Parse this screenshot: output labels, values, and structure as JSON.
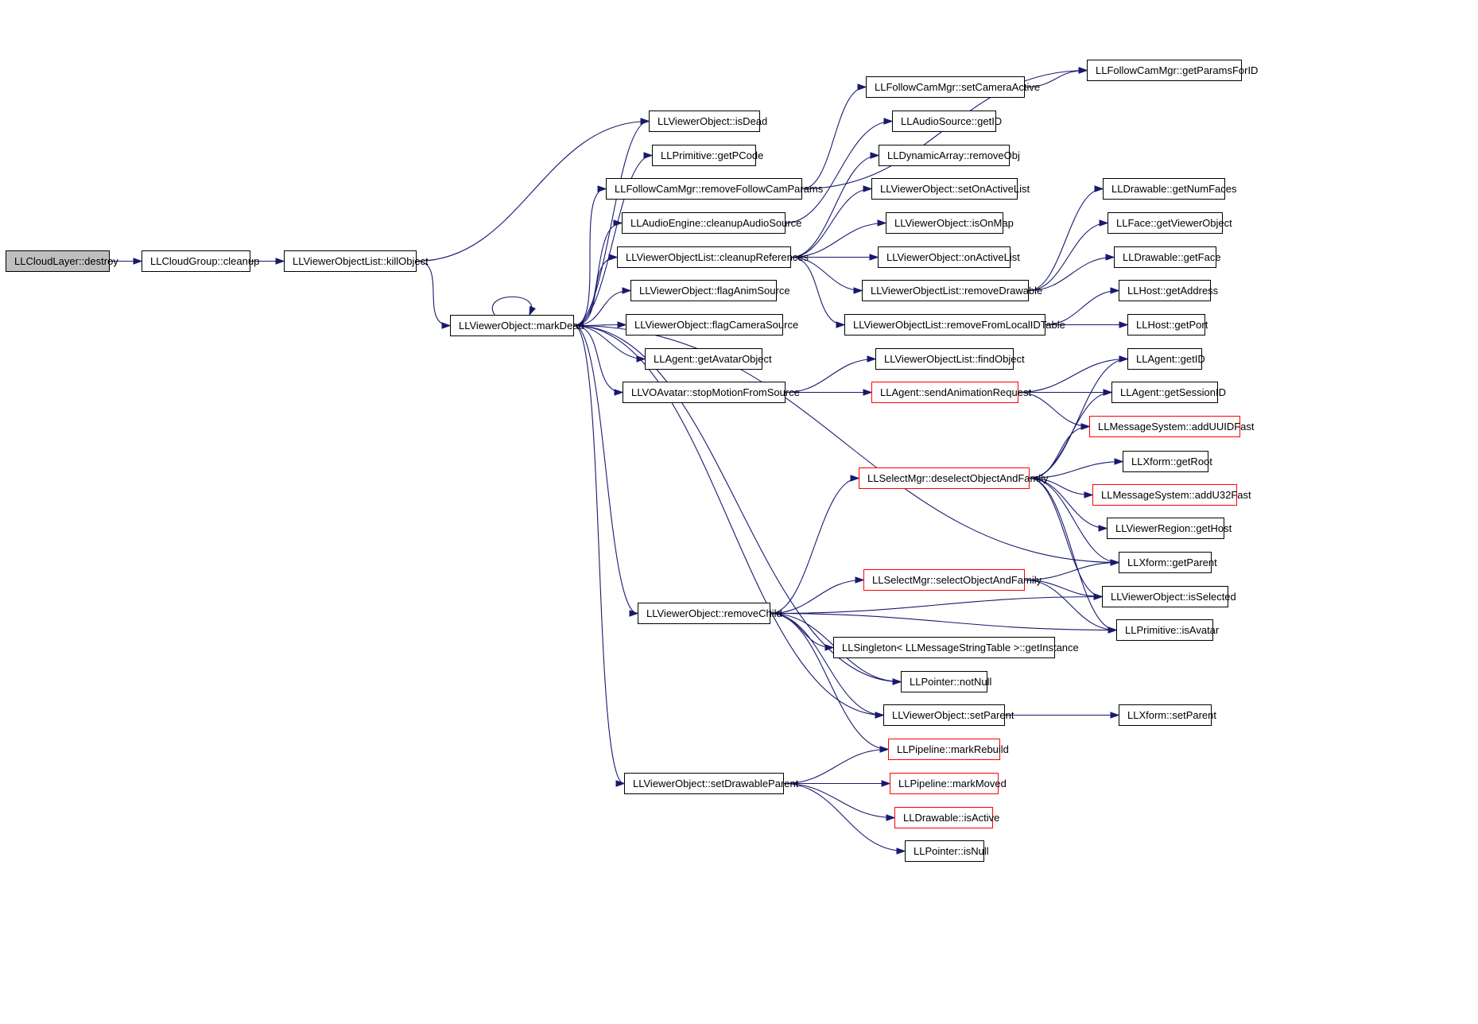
{
  "graph": {
    "colors": {
      "edge": "#191970",
      "node_border": "#000000",
      "truncated_border": "#ff0000",
      "root_fill": "#bfbfbf"
    },
    "nodes": [
      {
        "id": "cloudlayer_destroy",
        "label": "LLCloudLayer::destroy",
        "root": true
      },
      {
        "id": "cloudgroup_cleanup",
        "label": "LLCloudGroup::cleanup"
      },
      {
        "id": "vol_killobject",
        "label": "LLViewerObjectList::killObject"
      },
      {
        "id": "vo_markdead",
        "label": "LLViewerObject::markDead"
      },
      {
        "id": "vo_isdead",
        "label": "LLViewerObject::isDead"
      },
      {
        "id": "prim_getpcode",
        "label": "LLPrimitive::getPCode"
      },
      {
        "id": "fcm_removeparams",
        "label": "LLFollowCamMgr::removeFollowCamParams"
      },
      {
        "id": "ae_cleanupaudio",
        "label": "LLAudioEngine::cleanupAudioSource"
      },
      {
        "id": "vol_cleanuprefs",
        "label": "LLViewerObjectList::cleanupReferences"
      },
      {
        "id": "vo_flaganim",
        "label": "LLViewerObject::flagAnimSource"
      },
      {
        "id": "vo_flagcamera",
        "label": "LLViewerObject::flagCameraSource"
      },
      {
        "id": "agent_getavatar",
        "label": "LLAgent::getAvatarObject"
      },
      {
        "id": "voav_stopmotion",
        "label": "LLVOAvatar::stopMotionFromSource"
      },
      {
        "id": "vo_removechild",
        "label": "LLViewerObject::removeChild"
      },
      {
        "id": "vo_setdrawableparent",
        "label": "LLViewerObject::setDrawableParent"
      },
      {
        "id": "fcm_setcameraactive",
        "label": "LLFollowCamMgr::setCameraActive"
      },
      {
        "id": "fcm_getparams",
        "label": "LLFollowCamMgr::getParamsForID"
      },
      {
        "id": "as_getid",
        "label": "LLAudioSource::getID"
      },
      {
        "id": "da_removeobj",
        "label": "LLDynamicArray::removeObj"
      },
      {
        "id": "vo_setonactive",
        "label": "LLViewerObject::setOnActiveList"
      },
      {
        "id": "vo_isonmap",
        "label": "LLViewerObject::isOnMap"
      },
      {
        "id": "vo_onactive",
        "label": "LLViewerObject::onActiveList"
      },
      {
        "id": "vol_removedrawable",
        "label": "LLViewerObjectList::removeDrawable"
      },
      {
        "id": "vol_removelocalid",
        "label": "LLViewerObjectList::removeFromLocalIDTable"
      },
      {
        "id": "vol_findobject",
        "label": "LLViewerObjectList::findObject"
      },
      {
        "id": "agent_sendanim",
        "label": "LLAgent::sendAnimationRequest",
        "truncated": true
      },
      {
        "id": "sm_deselect",
        "label": "LLSelectMgr::deselectObjectAndFamily",
        "truncated": true
      },
      {
        "id": "sm_select",
        "label": "LLSelectMgr::selectObjectAndFamily",
        "truncated": true
      },
      {
        "id": "singleton_getinstance",
        "label": "LLSingleton< LLMessageStringTable >::getInstance"
      },
      {
        "id": "ptr_notnull",
        "label": "LLPointer::notNull"
      },
      {
        "id": "vo_setparent",
        "label": "LLViewerObject::setParent"
      },
      {
        "id": "pipe_markrebuild",
        "label": "LLPipeline::markRebuild",
        "truncated": true
      },
      {
        "id": "pipe_markmoved",
        "label": "LLPipeline::markMoved",
        "truncated": true
      },
      {
        "id": "drawable_isactive",
        "label": "LLDrawable::isActive",
        "truncated": true
      },
      {
        "id": "ptr_isnull",
        "label": "LLPointer::isNull"
      },
      {
        "id": "drawable_getnumfaces",
        "label": "LLDrawable::getNumFaces"
      },
      {
        "id": "face_getviewerobject",
        "label": "LLFace::getViewerObject"
      },
      {
        "id": "drawable_getface",
        "label": "LLDrawable::getFace"
      },
      {
        "id": "host_getaddress",
        "label": "LLHost::getAddress"
      },
      {
        "id": "host_getport",
        "label": "LLHost::getPort"
      },
      {
        "id": "agent_getid",
        "label": "LLAgent::getID"
      },
      {
        "id": "agent_getsessionid",
        "label": "LLAgent::getSessionID"
      },
      {
        "id": "msg_adduuidfast",
        "label": "LLMessageSystem::addUUIDFast",
        "truncated": true
      },
      {
        "id": "xform_getroot",
        "label": "LLXform::getRoot"
      },
      {
        "id": "msg_addu32fast",
        "label": "LLMessageSystem::addU32Fast",
        "truncated": true
      },
      {
        "id": "region_gethost",
        "label": "LLViewerRegion::getHost"
      },
      {
        "id": "xform_getparent",
        "label": "LLXform::getParent"
      },
      {
        "id": "vo_isselected",
        "label": "LLViewerObject::isSelected"
      },
      {
        "id": "prim_isavatar",
        "label": "LLPrimitive::isAvatar"
      },
      {
        "id": "xform_setparent",
        "label": "LLXform::setParent"
      }
    ],
    "edges": [
      [
        "cloudlayer_destroy",
        "cloudgroup_cleanup"
      ],
      [
        "cloudgroup_cleanup",
        "vol_killobject"
      ],
      [
        "vol_killobject",
        "vo_isdead"
      ],
      [
        "vol_killobject",
        "vo_markdead"
      ],
      [
        "vo_markdead",
        "vo_markdead"
      ],
      [
        "vo_markdead",
        "vo_isdead"
      ],
      [
        "vo_markdead",
        "prim_getpcode"
      ],
      [
        "vo_markdead",
        "fcm_removeparams"
      ],
      [
        "vo_markdead",
        "ae_cleanupaudio"
      ],
      [
        "vo_markdead",
        "vol_cleanuprefs"
      ],
      [
        "vo_markdead",
        "vo_flaganim"
      ],
      [
        "vo_markdead",
        "vo_flagcamera"
      ],
      [
        "vo_markdead",
        "agent_getavatar"
      ],
      [
        "vo_markdead",
        "voav_stopmotion"
      ],
      [
        "vo_markdead",
        "xform_getparent"
      ],
      [
        "vo_markdead",
        "vo_removechild"
      ],
      [
        "vo_markdead",
        "ptr_notnull"
      ],
      [
        "vo_markdead",
        "vo_setparent"
      ],
      [
        "vo_markdead",
        "vo_setdrawableparent"
      ],
      [
        "fcm_removeparams",
        "fcm_setcameraactive"
      ],
      [
        "fcm_removeparams",
        "fcm_getparams"
      ],
      [
        "fcm_setcameraactive",
        "fcm_getparams"
      ],
      [
        "ae_cleanupaudio",
        "as_getid"
      ],
      [
        "vol_cleanuprefs",
        "da_removeobj"
      ],
      [
        "vol_cleanuprefs",
        "vo_setonactive"
      ],
      [
        "vol_cleanuprefs",
        "vo_isonmap"
      ],
      [
        "vol_cleanuprefs",
        "vo_onactive"
      ],
      [
        "vol_cleanuprefs",
        "vol_removedrawable"
      ],
      [
        "vol_cleanuprefs",
        "vol_removelocalid"
      ],
      [
        "vol_removedrawable",
        "drawable_getnumfaces"
      ],
      [
        "vol_removedrawable",
        "face_getviewerobject"
      ],
      [
        "vol_removedrawable",
        "drawable_getface"
      ],
      [
        "vol_removelocalid",
        "host_getaddress"
      ],
      [
        "vol_removelocalid",
        "host_getport"
      ],
      [
        "voav_stopmotion",
        "vol_findobject"
      ],
      [
        "voav_stopmotion",
        "agent_sendanim"
      ],
      [
        "agent_sendanim",
        "agent_getid"
      ],
      [
        "agent_sendanim",
        "agent_getsessionid"
      ],
      [
        "agent_sendanim",
        "msg_adduuidfast"
      ],
      [
        "vo_removechild",
        "sm_deselect"
      ],
      [
        "vo_removechild",
        "sm_select"
      ],
      [
        "vo_removechild",
        "vo_isselected"
      ],
      [
        "vo_removechild",
        "prim_isavatar"
      ],
      [
        "vo_removechild",
        "singleton_getinstance"
      ],
      [
        "vo_removechild",
        "ptr_notnull"
      ],
      [
        "vo_removechild",
        "vo_setparent"
      ],
      [
        "vo_removechild",
        "pipe_markrebuild"
      ],
      [
        "sm_deselect",
        "agent_getid"
      ],
      [
        "sm_deselect",
        "agent_getsessionid"
      ],
      [
        "sm_deselect",
        "msg_adduuidfast"
      ],
      [
        "sm_deselect",
        "xform_getroot"
      ],
      [
        "sm_deselect",
        "msg_addu32fast"
      ],
      [
        "sm_deselect",
        "region_gethost"
      ],
      [
        "sm_deselect",
        "xform_getparent"
      ],
      [
        "sm_deselect",
        "vo_isselected"
      ],
      [
        "sm_deselect",
        "prim_isavatar"
      ],
      [
        "sm_select",
        "xform_getparent"
      ],
      [
        "sm_select",
        "vo_isselected"
      ],
      [
        "sm_select",
        "prim_isavatar"
      ],
      [
        "vo_setparent",
        "xform_setparent"
      ],
      [
        "vo_setdrawableparent",
        "pipe_markrebuild"
      ],
      [
        "vo_setdrawableparent",
        "pipe_markmoved"
      ],
      [
        "vo_setdrawableparent",
        "drawable_isactive"
      ],
      [
        "vo_setdrawableparent",
        "ptr_isnull"
      ]
    ]
  }
}
